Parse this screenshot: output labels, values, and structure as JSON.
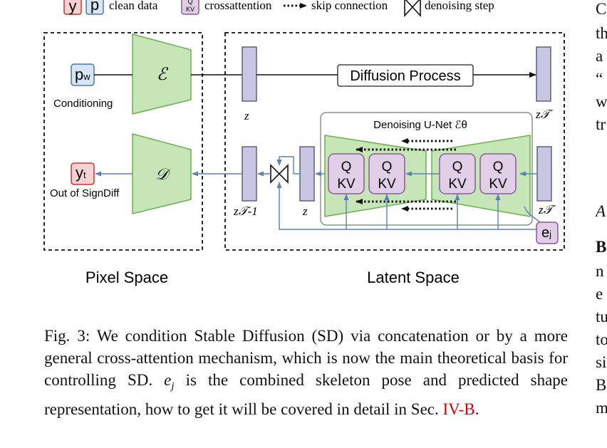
{
  "legend": {
    "y": "y",
    "p": "p",
    "clean_data": "clean data",
    "crossattention_top": "Q",
    "crossattention_bottom": "KV",
    "crossattention": "crossattention",
    "skip_connection": "skip connection",
    "denoising_step": "denoising step"
  },
  "pixel_space": {
    "title": "Pixel Space",
    "input_label_main": "p",
    "input_label_sub": "w",
    "conditioning": "Conditioning",
    "encoder": "ℰ",
    "decoder": "𝒟",
    "output_label_main": "y",
    "output_label_sub": "t",
    "output_caption": "Out of SignDiff"
  },
  "latent_space": {
    "title": "Latent Space",
    "z_top": "z",
    "zT_top": "z𝒯",
    "diffusion_process": "Diffusion Process",
    "unet_title": "Denoising U-Net ℰθ",
    "z_bottom": "z",
    "zT1": "z𝒯-1",
    "zT_bottom": "z𝒯",
    "q": "Q",
    "kv": "KV",
    "ej_main": "e",
    "ej_sub": "j"
  },
  "caption": {
    "prefix": "Fig. 3: We condition Stable Diffusion (SD) via concatenation or by a more general cross-attention mechanism, which is now the main theoretical basis for controlling SD. ",
    "math": "e",
    "math_sub": "j",
    "middle": " is the combined skeleton pose and predicted shape representation, how to get it will be covered in detail in Sec. ",
    "ref": "IV-B",
    "suffix": "."
  },
  "right_column": [
    "C",
    "th",
    "a",
    "“",
    "w",
    "tr",
    "A",
    "B",
    "n",
    "e",
    "tu",
    "to",
    "si",
    "B",
    "m"
  ],
  "colors": {
    "encoder_fill": "#c6e6b8",
    "encoder_stroke": "#6ab04c",
    "latent_fill": "#c8c6e2",
    "latent_stroke": "#555577",
    "qkv_fill": "#e1cfe7",
    "qkv_stroke": "#8a5a9a",
    "p_fill": "#d7e5f7",
    "p_stroke": "#4a76b6",
    "y_fill": "#f7d2d2",
    "y_stroke": "#d03030",
    "arrow_blue": "#5a82b8",
    "ref_red": "#d40000"
  }
}
